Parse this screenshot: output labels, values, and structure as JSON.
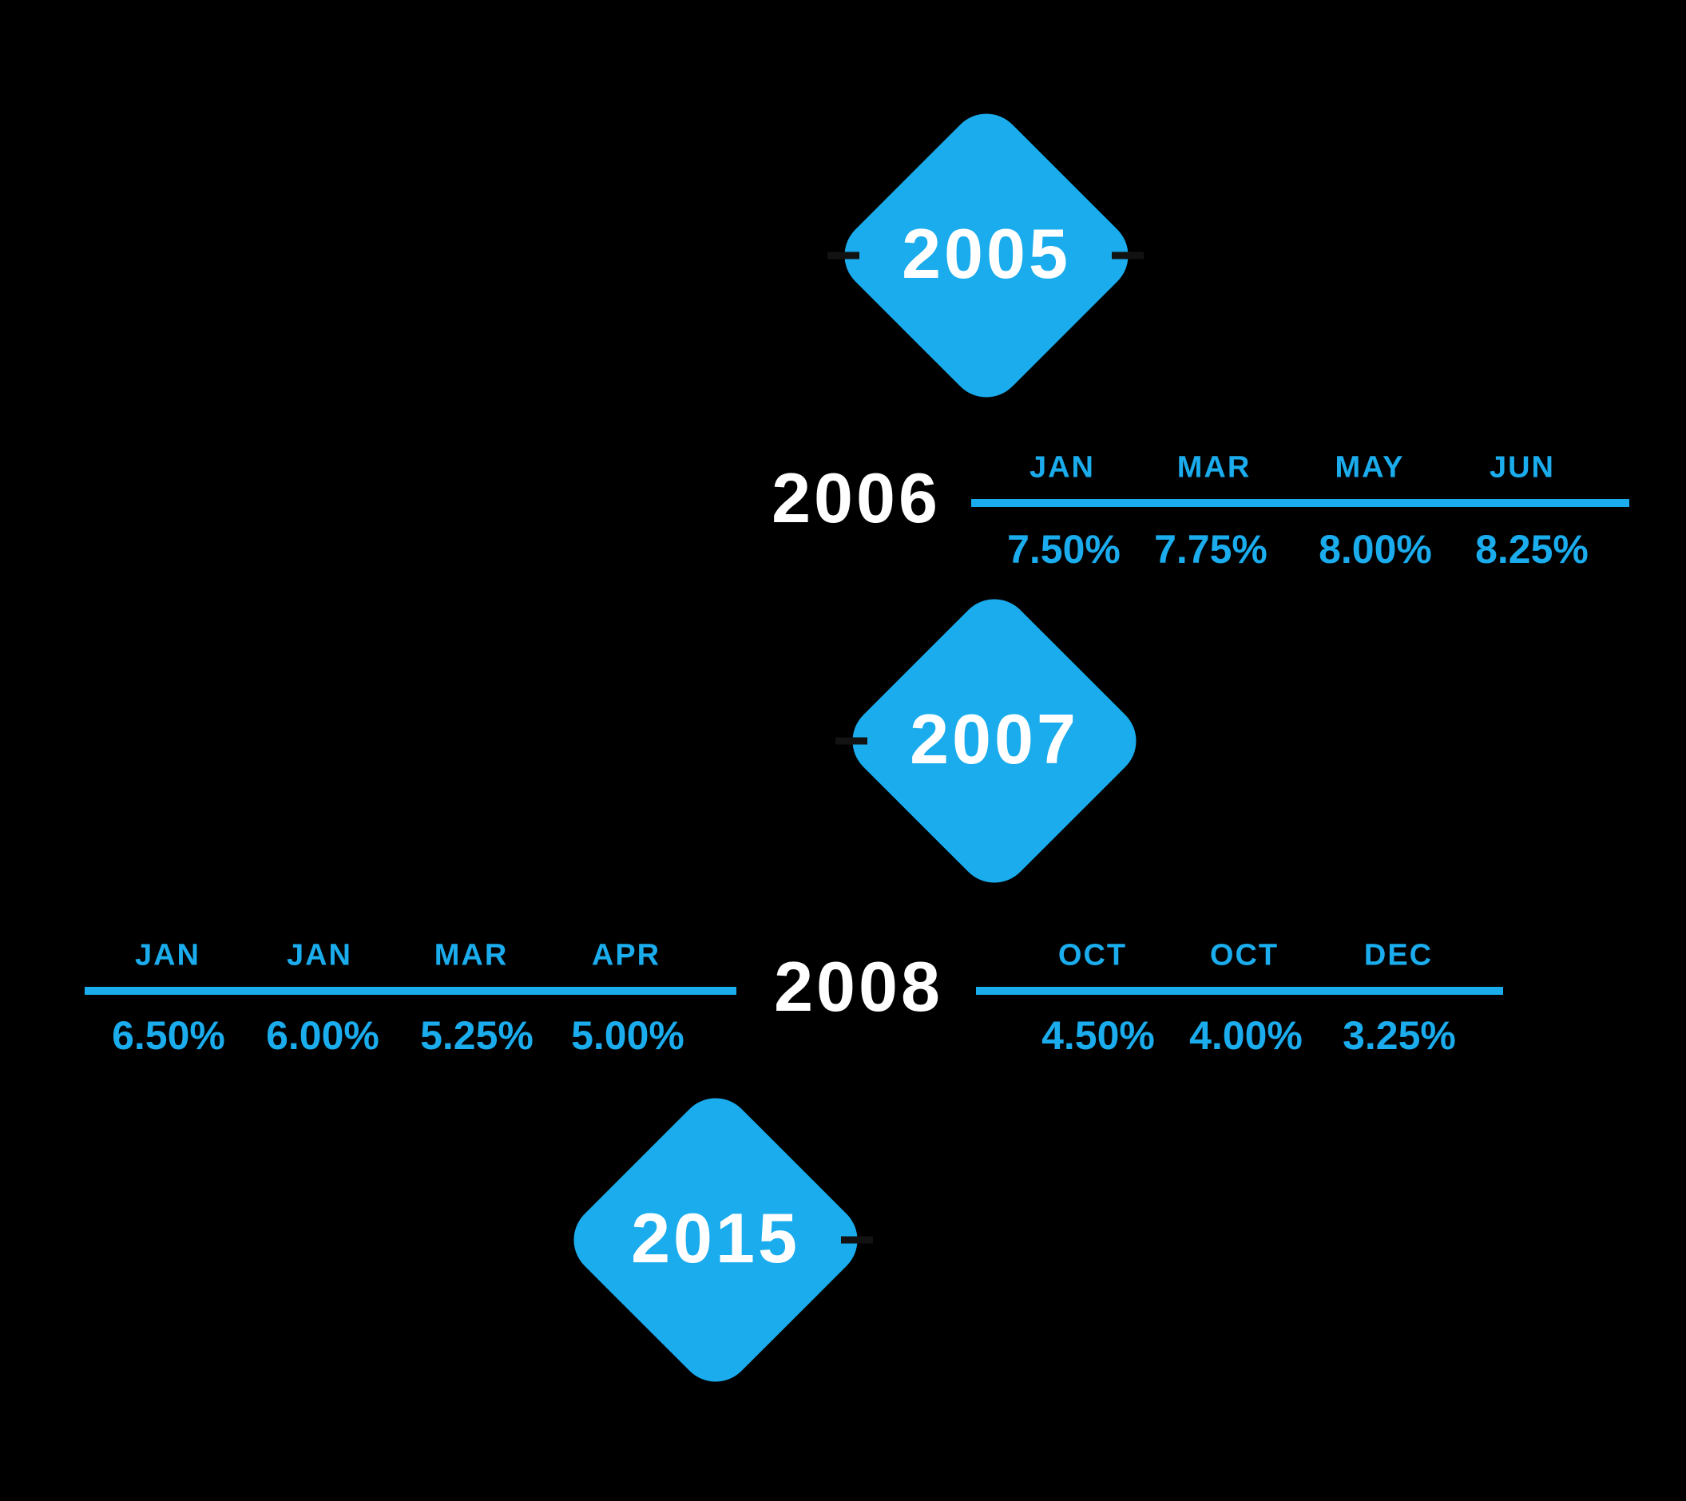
{
  "palette": {
    "background": "#000000",
    "accent_blue": "#1AACEC",
    "year_text_white": "#ffffff",
    "connector_dash": "#121212"
  },
  "diamonds": {
    "d2005": {
      "label": "2005"
    },
    "d2007": {
      "label": "2007"
    },
    "d2015": {
      "label": "2015"
    }
  },
  "rows": {
    "y2006": {
      "year": "2006",
      "entries": [
        {
          "month": "JAN",
          "rate": "7.50%"
        },
        {
          "month": "MAR",
          "rate": "7.75%"
        },
        {
          "month": "MAY",
          "rate": "8.00%"
        },
        {
          "month": "JUN",
          "rate": "8.25%"
        }
      ]
    },
    "y2008": {
      "year": "2008",
      "left": [
        {
          "month": "JAN",
          "rate": "6.50%"
        },
        {
          "month": "JAN",
          "rate": "6.00%"
        },
        {
          "month": "MAR",
          "rate": "5.25%"
        },
        {
          "month": "APR",
          "rate": "5.00%"
        }
      ],
      "right": [
        {
          "month": "OCT",
          "rate": "4.50%"
        },
        {
          "month": "OCT",
          "rate": "4.00%"
        },
        {
          "month": "DEC",
          "rate": "3.25%"
        }
      ]
    }
  }
}
